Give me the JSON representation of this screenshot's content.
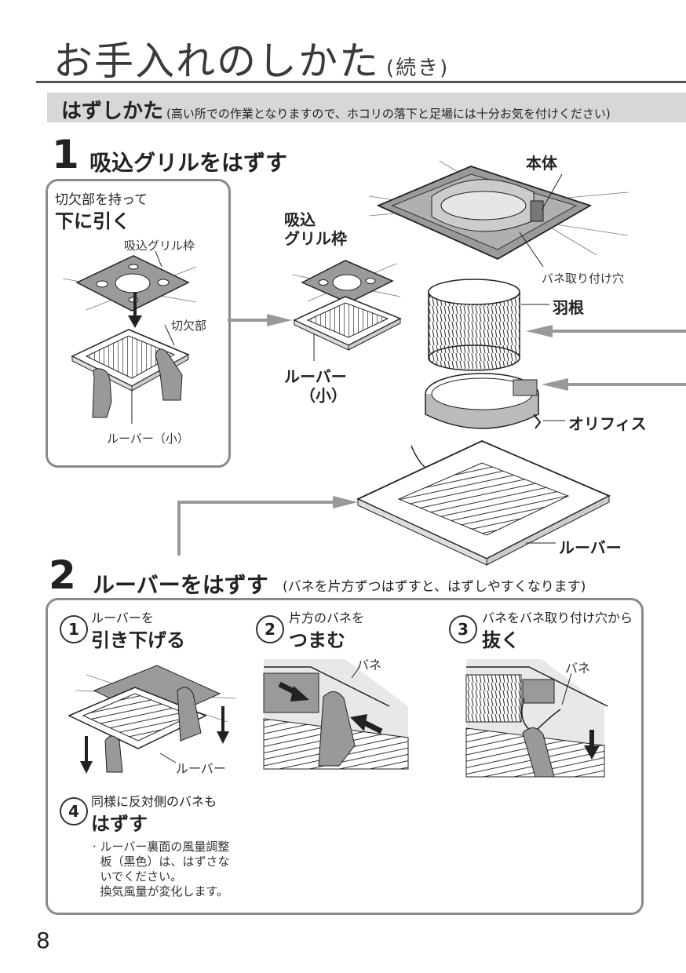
{
  "header": {
    "title": "お手入れのしかた",
    "title_suffix": "(続き)",
    "section_label": "はずしかた",
    "section_caution": "(高い所での作業となりますので、ホコリの落下と足場には十分お気を付けください)"
  },
  "step1": {
    "number": "1",
    "title": "吸込グリルをはずす",
    "inset": {
      "instruction_line1": "切欠部を持って",
      "instruction_line2": "下に引く",
      "label_grille_frame": "吸込グリル枠",
      "label_notch": "切欠部",
      "label_louver_small": "ルーバー（小）"
    },
    "labels": {
      "grille_frame_line1": "吸込",
      "grille_frame_line2": "グリル枠",
      "louver_small_line1": "ルーバー",
      "louver_small_line2": "（小）",
      "body": "本体",
      "spring_hole": "バネ取り付け穴",
      "fan": "羽根",
      "orifice": "オリフィス",
      "louver": "ルーバー"
    }
  },
  "step2": {
    "number": "2",
    "title": "ルーバーをはずす",
    "note": "(バネを片方ずつはずすと、はずしやすくなります)",
    "substeps": [
      {
        "num": "1",
        "line1": "ルーバーを",
        "line2": "引き下げる",
        "callout": "ルーバー"
      },
      {
        "num": "2",
        "line1": "片方のバネを",
        "line2": "つまむ",
        "callout": "バネ"
      },
      {
        "num": "3",
        "line1": "バネをバネ取り付け穴から",
        "line2": "抜く",
        "callout": "バネ"
      },
      {
        "num": "4",
        "line1": "同様に反対側のバネも",
        "line2": "はずす"
      }
    ],
    "caution_text": "· ルーバー裏面の風量調整\n  板（黒色）は、はずさな\n  いでください。\n  換気風量が変化します。"
  },
  "page_number": "8"
}
